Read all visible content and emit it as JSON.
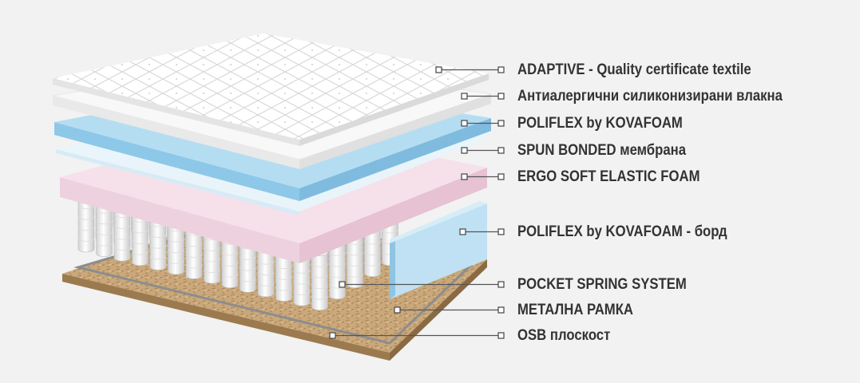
{
  "labels": [
    {
      "id": "adaptive",
      "text": "ADAPTIVE - Quality certificate textile"
    },
    {
      "id": "fibers",
      "text": "Антиалергични силиконизирани влакна"
    },
    {
      "id": "poliflex",
      "text": "POLIFLEX by KOVAFOAM"
    },
    {
      "id": "spunbond",
      "text": "SPUN BONDED мембрана"
    },
    {
      "id": "ergo",
      "text": "ERGO SOFT ELASTIC FOAM"
    },
    {
      "id": "poliflex-border",
      "text": "POLIFLEX by KOVAFOAM - борд"
    },
    {
      "id": "springs",
      "text": "POCKET SPRING SYSTEM"
    },
    {
      "id": "frame",
      "text": "МЕТАЛНА РАМКА"
    },
    {
      "id": "osb",
      "text": "OSB плоскост"
    }
  ],
  "colors": {
    "background": "#f2f2f2",
    "text": "#333333",
    "leader": "#555555",
    "quilt": "#ffffff",
    "fiber": "#f7f7f7",
    "poliflex": "#a9d6ef",
    "spunbond": "#e3f2fb",
    "ergo": "#f3d9e4",
    "border_foam": "#a6d4ec",
    "spring": "#f4f4f4",
    "osb": "#c9a77a"
  }
}
